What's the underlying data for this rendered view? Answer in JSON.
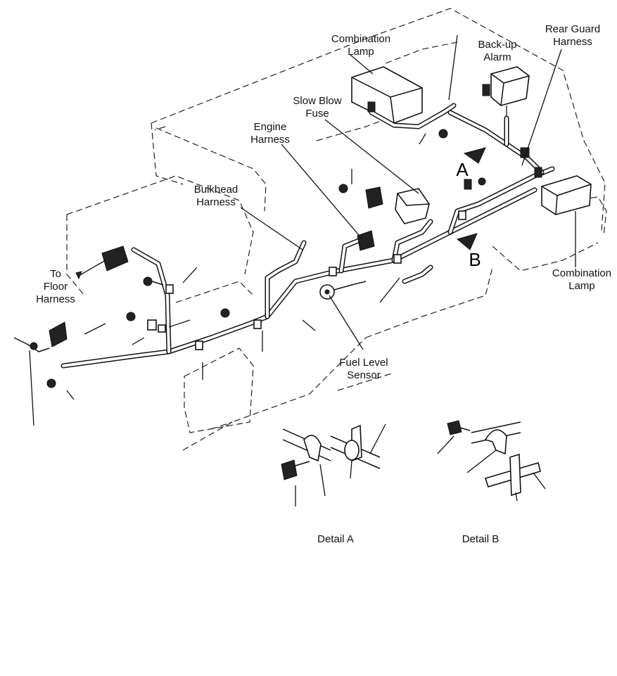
{
  "labels": {
    "combination_lamp_top": [
      "Combination",
      "Lamp"
    ],
    "backup_alarm": [
      "Back-up",
      "Alarm"
    ],
    "rear_guard_harness": [
      "Rear Guard",
      "Harness"
    ],
    "slow_blow_fuse": [
      "Slow Blow",
      "Fuse"
    ],
    "engine_harness": [
      "Engine",
      "Harness"
    ],
    "bulkhead_harness": [
      "Bulkhead",
      "Harness"
    ],
    "to_floor_harness": [
      "To",
      "Floor",
      "Harness"
    ],
    "fuel_level_sensor": [
      "Fuel Level",
      "Sensor"
    ],
    "combination_lamp_right": [
      "Combination",
      "Lamp"
    ],
    "view_a": "A",
    "view_b": "B",
    "detail_a": "Detail A",
    "detail_b": "Detail B"
  }
}
